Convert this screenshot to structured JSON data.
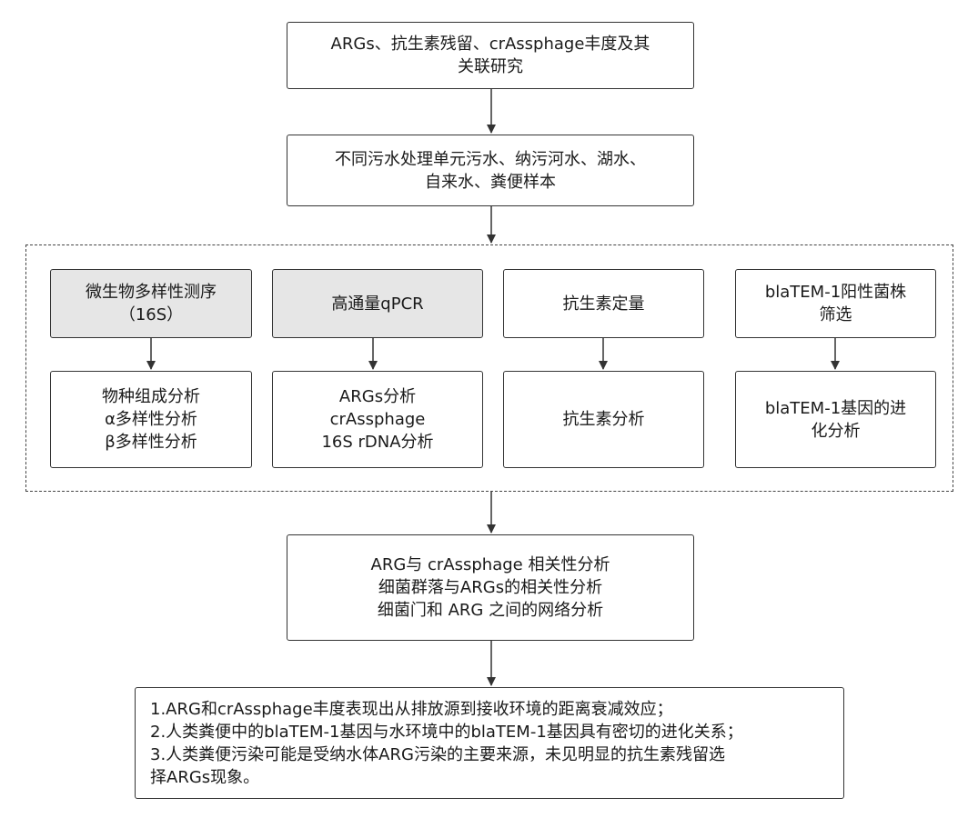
{
  "nodes": {
    "top": [
      "ARGs、抗生素残留、crAssphage丰度及其",
      "关联研究"
    ],
    "samples": [
      "不同污水处理单元污水、纳污河水、湖水、",
      "自来水、粪便样本"
    ],
    "m1": [
      "微生物多样性测序",
      "（16S）"
    ],
    "m2": [
      "高通量qPCR"
    ],
    "m3": [
      "抗生素定量"
    ],
    "m4": [
      "blaTEM-1阳性菌株",
      "筛选"
    ],
    "r1": [
      "物种组成分析",
      "α多样性分析",
      "β多样性分析"
    ],
    "r2": [
      "ARGs分析",
      "crAssphage",
      "16S rDNA分析"
    ],
    "r3": [
      "抗生素分析"
    ],
    "r4": [
      "blaTEM-1基因的进",
      "化分析"
    ],
    "corr": [
      "ARG与 crAssphage 相关性分析",
      "细菌群落与ARGs的相关性分析",
      "细菌门和 ARG 之间的网络分析"
    ],
    "concl": [
      "1.ARG和crAssphage丰度表现出从排放源到接收环境的距离衰减效应；",
      "2.人类粪便中的blaTEM-1基因与水环境中的blaTEM-1基因具有密切的进化关系；",
      "3.人类粪便污染可能是受纳水体ARG污染的主要来源，未见明显的抗生素残留选",
      "择ARGs现象。"
    ]
  }
}
